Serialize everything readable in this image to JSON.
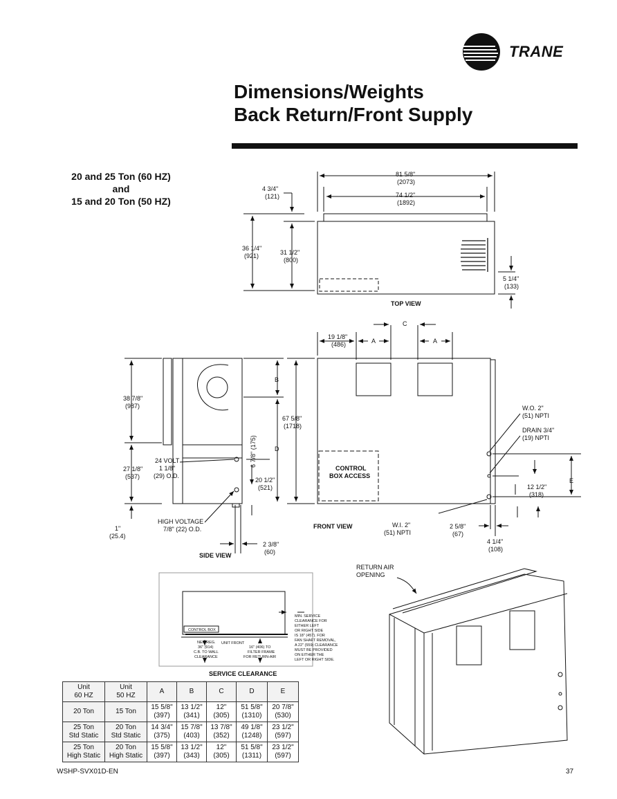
{
  "brand": "TRANE",
  "title": {
    "line1": "Dimensions/Weights",
    "line2": "Back Return/Front Supply"
  },
  "subtitle": {
    "line1": "20 and 25 Ton (60 HZ)",
    "line2": "and",
    "line3": "15 and 20 Ton (50 HZ)"
  },
  "top_view": {
    "label": "TOP VIEW",
    "d_overall": "81 5/8\"",
    "d_overall_mm": "(2073)",
    "d_inner": "74 1/2\"",
    "d_inner_mm": "(1892)",
    "d_offset": "4 3/4\"",
    "d_offset_mm": "(121)",
    "d_depth": "36 1/4\"",
    "d_depth_mm": "(921)",
    "d_depth2": "31 1/2\"",
    "d_depth2_mm": "(800)",
    "d_coil": "5 1/4\"",
    "d_coil_mm": "(133)"
  },
  "side_view": {
    "label": "SIDE VIEW",
    "d_upper": "38 7/8\"",
    "d_upper_mm": "(987)",
    "d_lower": "27 1/8\"",
    "d_lower_mm": "(537)",
    "d_base": "1\"",
    "d_base_mm": "(25.4)",
    "volt": "24 VOLT",
    "volt_size": "1 1/8\"",
    "volt_od": "(29) O.D.",
    "hv": "HIGH VOLTAGE",
    "hv_size": "7/8\" (22) O.D.",
    "d_175": "6 7/8\" (175)",
    "d_20": "20 1/2\"",
    "d_20_mm": "(521)",
    "d_23": "2 3/8\"",
    "d_23_mm": "(60)",
    "letter_b": "B",
    "letter_d": "D"
  },
  "front_view": {
    "label": "FRONT VIEW",
    "letter_c": "C",
    "letter_a": "A",
    "letter_e": "E",
    "d_19": "19 1/8\"",
    "d_19_mm": "(486)",
    "d_height": "67 5/8\"",
    "d_height_mm": "(1718)",
    "control_box": "CONTROL",
    "control_box2": "BOX ACCESS",
    "wo": "W.O. 2\"",
    "wo_npt": "(51) NPTI",
    "drain": "DRAIN 3/4\"",
    "drain_npt": "(19) NPTI",
    "d_12": "12 1/2\"",
    "d_12_mm": "(318)",
    "wi": "W.I. 2\"",
    "wi_npt": "(51) NPTI",
    "d_25": "2 5/8\"",
    "d_25_mm": "(67)",
    "d_41": "4 1/4\"",
    "d_41_mm": "(108)"
  },
  "iso_view": {
    "return_air": "RETURN AIR",
    "opening": "OPENING"
  },
  "service": {
    "label": "SERVICE CLEARANCE",
    "control_box": "CONTROL BOX",
    "unit_front": "UNIT FRONT",
    "nec_lines": [
      "NEC REG.",
      "36\" (914)",
      "C.B. TO WALL",
      "CLEARANCE"
    ],
    "filter_lines": [
      "16\" (406) TO",
      "FILTER FRAME",
      "FOR RETURN-AIR"
    ],
    "min_lines": [
      "MIN. SERVICE",
      "CLEARANCE FOR",
      "EITHER LEFT",
      "OR RIGHT SIDE",
      "IS 18\" (457). FOR",
      "FAN SHAFT REMOVAL,",
      "A 22\" (559) CLEARANCE",
      "MUST BE PROVIDED",
      "ON EITHER THE",
      "LEFT OR RIGHT SIDE."
    ]
  },
  "table": {
    "headers": [
      [
        "Unit",
        "60 HZ"
      ],
      [
        "Unit",
        "50 HZ"
      ],
      [
        "A"
      ],
      [
        "B"
      ],
      [
        "C"
      ],
      [
        "D"
      ],
      [
        "E"
      ]
    ],
    "rows": [
      [
        [
          "20 Ton"
        ],
        [
          "15 Ton"
        ],
        [
          "15 5/8\"",
          "(397)"
        ],
        [
          "13 1/2\"",
          "(341)"
        ],
        [
          "12\"",
          "(305)"
        ],
        [
          "51 5/8\"",
          "(1310)"
        ],
        [
          "20 7/8\"",
          "(530)"
        ]
      ],
      [
        [
          "25 Ton",
          "Std Static"
        ],
        [
          "20 Ton",
          "Std Static"
        ],
        [
          "14 3/4\"",
          "(375)"
        ],
        [
          "15 7/8\"",
          "(403)"
        ],
        [
          "13 7/8\"",
          "(352)"
        ],
        [
          "49 1/8\"",
          "(1248)"
        ],
        [
          "23 1/2\"",
          "(597)"
        ]
      ],
      [
        [
          "25 Ton",
          "High Static"
        ],
        [
          "20 Ton",
          "High Static"
        ],
        [
          "15 5/8\"",
          "(397)"
        ],
        [
          "13 1/2\"",
          "(343)"
        ],
        [
          "12\"",
          "(305)"
        ],
        [
          "51 5/8\"",
          "(1311)"
        ],
        [
          "23 1/2\"",
          "(597)"
        ]
      ]
    ]
  },
  "footer": {
    "doc": "WSHP-SVX01D-EN",
    "page": "37"
  }
}
